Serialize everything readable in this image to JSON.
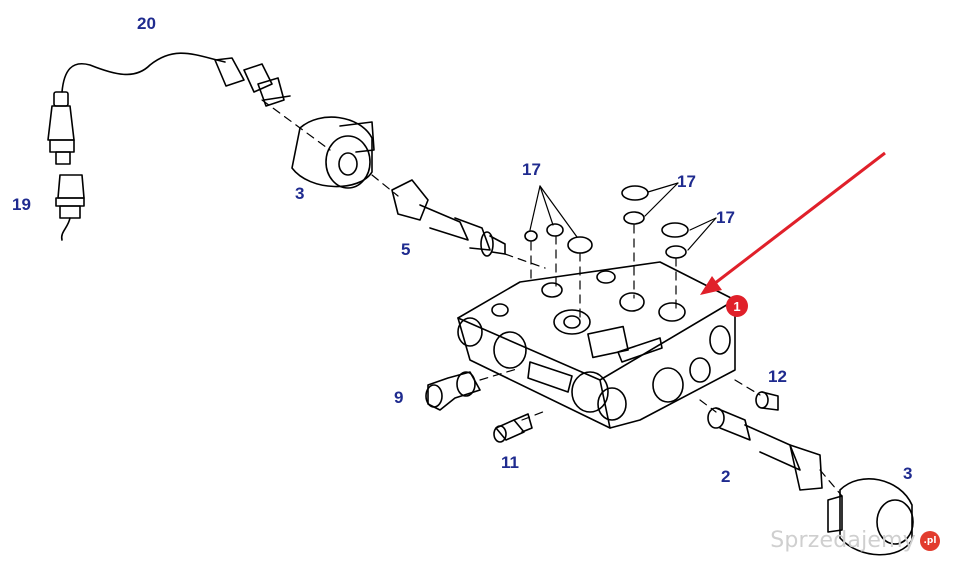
{
  "labels": {
    "n20": "20",
    "n19": "19",
    "n3a": "3",
    "n5": "5",
    "n17a": "17",
    "n17b": "17",
    "n17c": "17",
    "n9": "9",
    "n11": "11",
    "n12": "12",
    "n2": "2",
    "n3b": "3"
  },
  "callout": {
    "number": "1"
  },
  "watermark": {
    "text": "Sprzedajemy",
    "suffix": ".pl"
  },
  "colors": {
    "label": "#1f2b8f",
    "arrow": "#e0202a",
    "badge": "#e0202a",
    "line": "#000000"
  }
}
